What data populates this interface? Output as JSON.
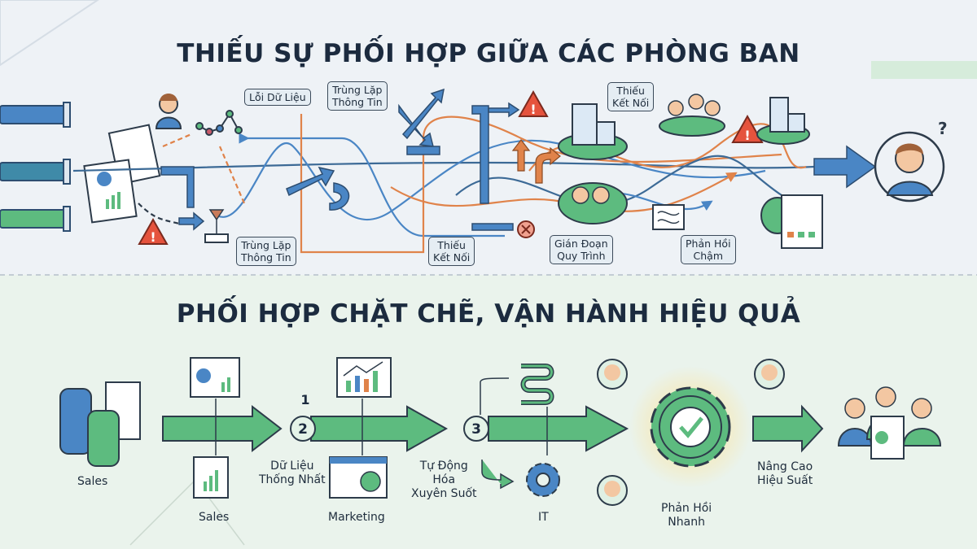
{
  "top": {
    "title": "THIẾU SỰ PHỐI HỢP GIỮA CÁC PHÒNG BAN",
    "labels": {
      "data_error": "Lỗi Dữ Liệu",
      "duplicate_top": "Trùng Lặp\nThông Tin",
      "duplicate_bottom": "Trùng Lặp\nThông Tin",
      "no_connection_bottom": "Thiếu\nKết Nối",
      "no_connection_top": "Thiếu\nKết Nối",
      "process_interruption": "Gián Đoạn\nQuy Trình",
      "slow_feedback": "Phản Hồi\nChậm"
    },
    "question_mark": "?"
  },
  "bottom": {
    "title": "PHỐI HỢP CHẶT CHẼ, VẬN HÀNH HIỆU QUẢ",
    "steps": {
      "source_label": "Sales",
      "step1_number": "1",
      "step2_number": "2",
      "step3_number": "3",
      "sales_label": "Sales",
      "unified_data": "Dữ Liệu\nThống Nhất",
      "marketing_label": "Marketing",
      "automation": "Tự Động\nHóa\nXuyên Suốt",
      "it_label": "IT",
      "fast_feedback": "Phản Hồi\nNhanh",
      "performance": "Nâng Cao\nHiệu Suất"
    }
  },
  "colors": {
    "blue": "#4a86c5",
    "orange": "#e0834a",
    "green": "#5dbb7f",
    "red": "#e5533d",
    "navy": "#1c2b3f"
  }
}
